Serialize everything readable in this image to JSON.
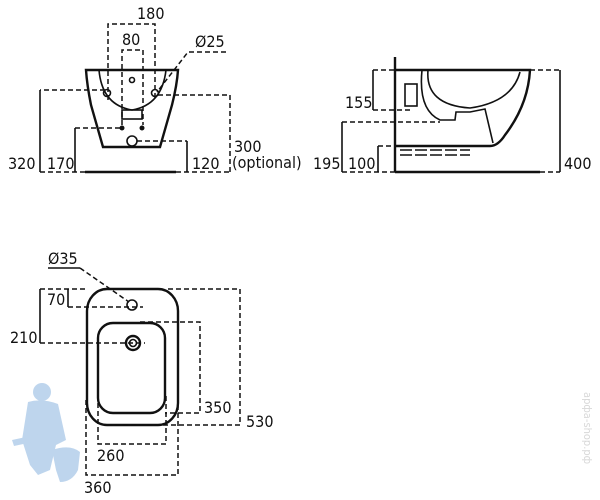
{
  "front_view": {
    "dim_180": "180",
    "dim_80": "80",
    "dim_d25": "Ø25",
    "dim_320": "320",
    "dim_170": "170",
    "dim_120": "120",
    "dim_300": "300",
    "dim_optional": "(optional)"
  },
  "side_view": {
    "dim_155": "155",
    "dim_195": "195",
    "dim_100": "100",
    "dim_400": "400"
  },
  "plan_view": {
    "dim_d35": "Ø35",
    "dim_70": "70",
    "dim_210": "210",
    "dim_350": "350",
    "dim_530": "530",
    "dim_260": "260",
    "dim_360": "360"
  },
  "watermark": {
    "text": "арфа-shop.рф",
    "color": "#a9c8e8"
  }
}
